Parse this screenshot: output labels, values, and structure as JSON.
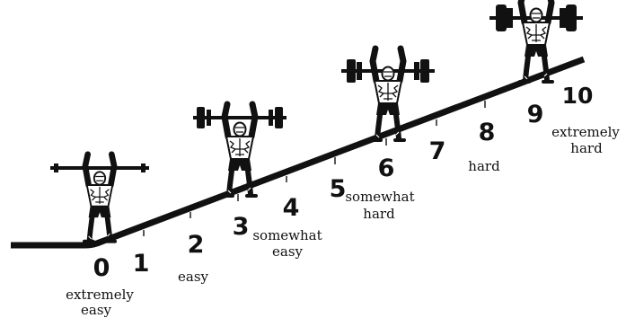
{
  "scale": {
    "levels": [
      {
        "value": "0",
        "desc": [
          "extremely",
          "easy"
        ]
      },
      {
        "value": "1",
        "desc": []
      },
      {
        "value": "2",
        "desc": [
          "easy"
        ]
      },
      {
        "value": "3",
        "desc": []
      },
      {
        "value": "4",
        "desc": [
          "somewhat",
          "easy"
        ]
      },
      {
        "value": "5",
        "desc": []
      },
      {
        "value": "6",
        "desc": [
          "somewhat",
          "hard"
        ]
      },
      {
        "value": "7",
        "desc": []
      },
      {
        "value": "8",
        "desc": [
          "hard"
        ]
      },
      {
        "value": "9",
        "desc": []
      },
      {
        "value": "10",
        "desc": [
          "extremely",
          "hard"
        ]
      }
    ]
  },
  "colors": {
    "ink": "#111111",
    "background": "#ffffff"
  }
}
